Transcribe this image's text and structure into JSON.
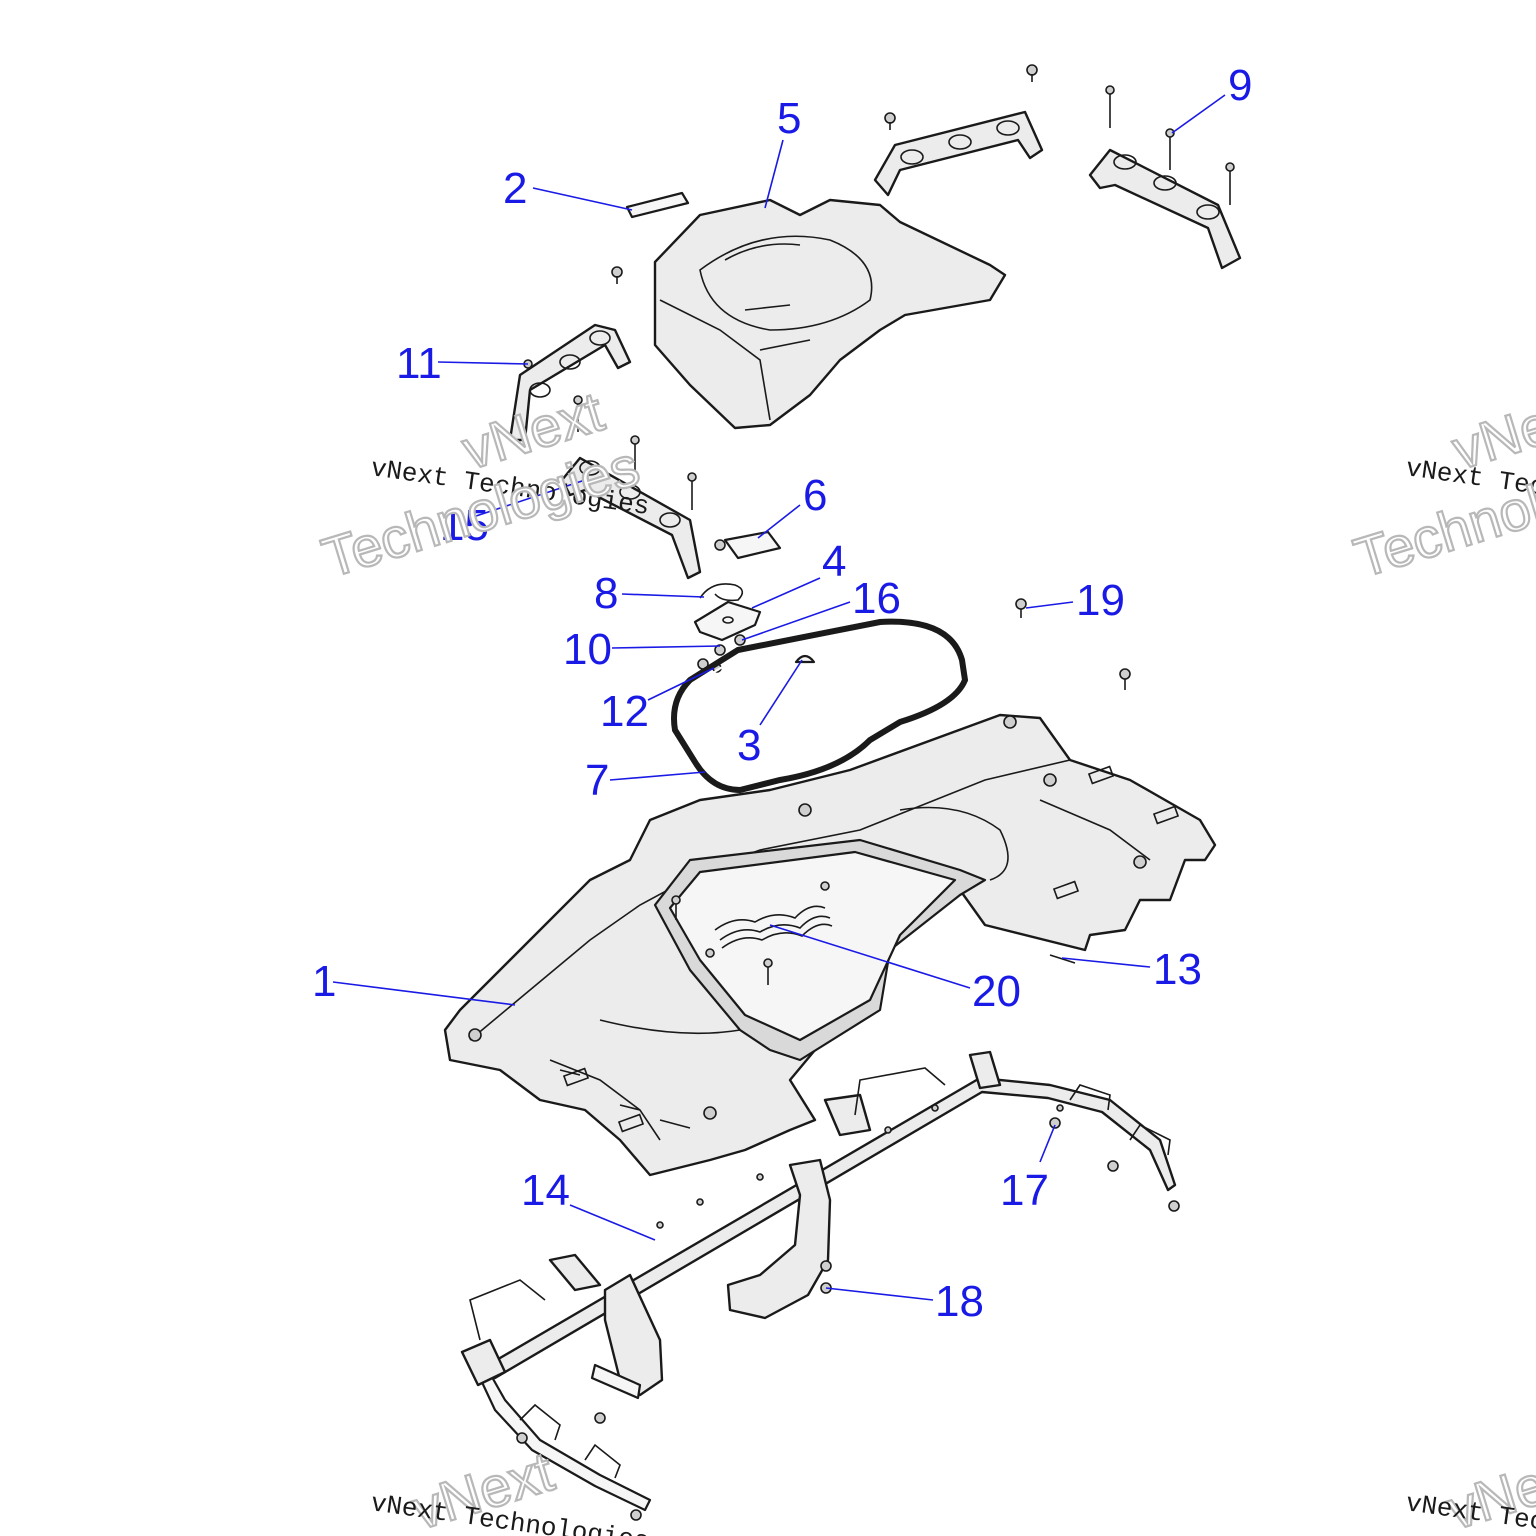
{
  "callouts": [
    "1",
    "2",
    "3",
    "4",
    "5",
    "6",
    "7",
    "8",
    "9",
    "10",
    "11",
    "12",
    "13",
    "14",
    "15",
    "16",
    "17",
    "18",
    "19",
    "20"
  ],
  "watermark": {
    "small": "vNext Technologies",
    "big_line1": "vNext",
    "big_line2": "Technologies"
  },
  "colors": {
    "callout": "#1a1ae6",
    "line": "#1a1a1a",
    "part_fill": "#ececec"
  }
}
